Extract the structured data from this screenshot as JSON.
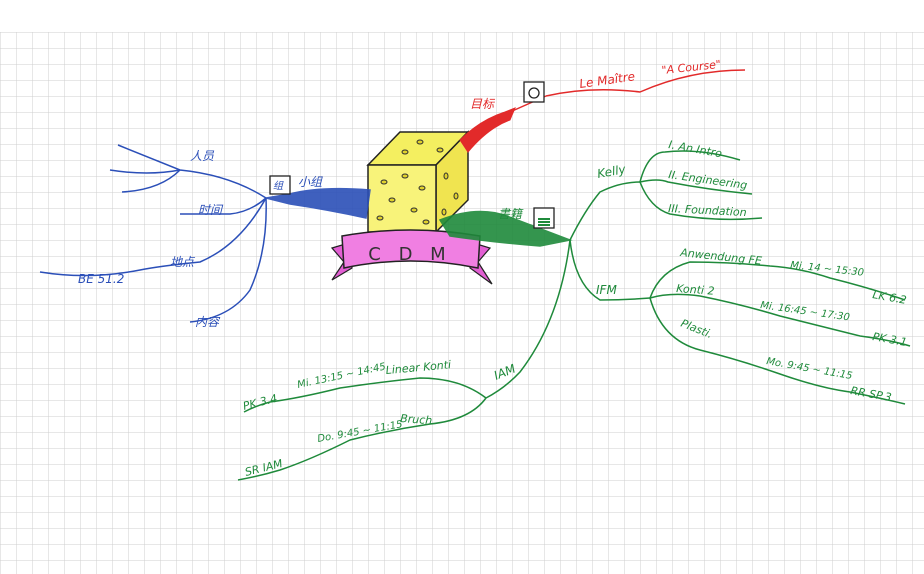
{
  "center": {
    "label": "C D M"
  },
  "blue": {
    "color": "#2b4fb8",
    "branch_label": "小组",
    "icon_label": "组",
    "items": {
      "people": "人员",
      "time": "时间",
      "place": "地点",
      "place_detail": "BE 51.2",
      "content": "内容"
    }
  },
  "red": {
    "color": "#e22a2a",
    "branch_label": "目标",
    "title": "Le Maître",
    "subtitle": "\"A Course\""
  },
  "green": {
    "color": "#1f8a3b",
    "branch_label": "書籍",
    "kelly": {
      "label": "Kelly",
      "items": [
        "I. An Intro",
        "II. Engineering",
        "III. Foundation"
      ]
    },
    "ifm": {
      "label": "IFM",
      "anwendung": {
        "label": "Anwendung FE",
        "time": "Mi. 14 ~ 15:30",
        "room": "LK 6.2"
      },
      "konti2": {
        "label": "Konti 2",
        "time": "Mi. 16:45 ~ 17:30",
        "room": "PK 3.1"
      },
      "plasti": {
        "label": "Plasti.",
        "time": "Mo. 9:45 ~ 11:15",
        "room": "RR SP.3"
      }
    },
    "iam": {
      "label": "IAM",
      "linear": {
        "label": "Linear Konti",
        "time": "Mi. 13:15 ~ 14:45",
        "room": "PK 3.4"
      },
      "bruch": {
        "label": "Bruch",
        "time": "Do. 9:45 ~ 11:15",
        "room": "SR IAM"
      }
    }
  }
}
